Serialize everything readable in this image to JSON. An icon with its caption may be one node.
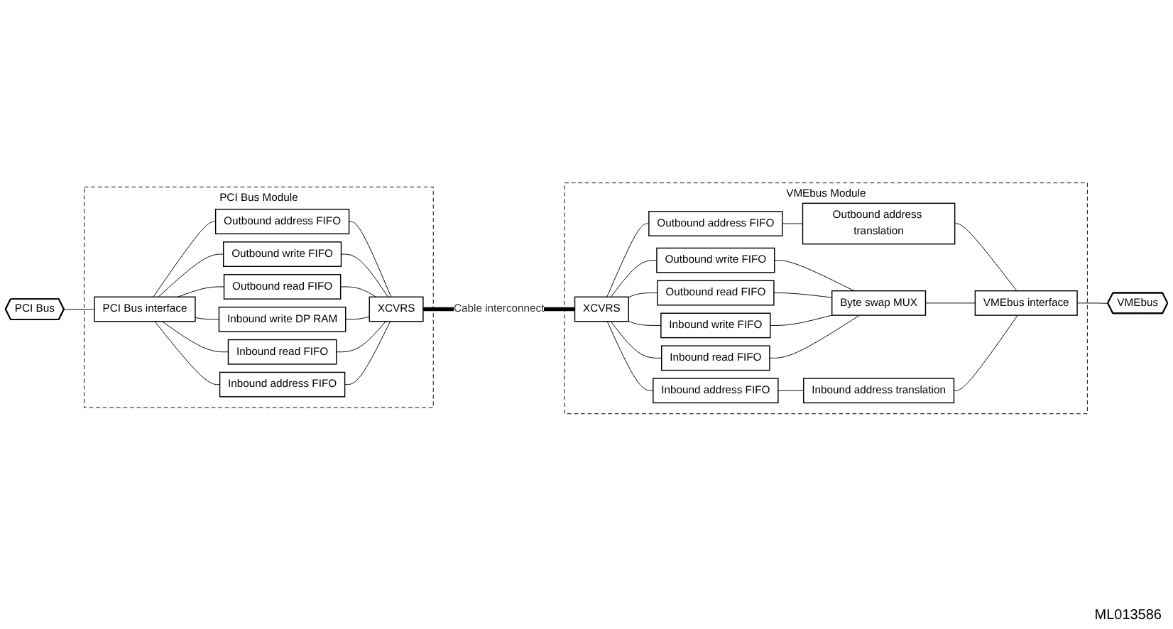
{
  "diagram": {
    "nodes": [
      {
        "text": [
          "PCI Bus"
        ]
      },
      {
        "text": [
          "PCI Bus Module"
        ]
      },
      {
        "text": [
          "PCI Bus interface"
        ],
        "in": 1
      },
      {
        "text": [
          "Outbound address FIFO"
        ],
        "in": 1
      },
      {
        "text": [
          "Outbound write FIFO"
        ],
        "in": 1
      },
      {
        "text": [
          "Outbound read FIFO"
        ],
        "in": 1
      },
      {
        "text": [
          "Inbound write DP RAM"
        ],
        "in": 1
      },
      {
        "text": [
          "Inbound read FIFO"
        ],
        "in": 1
      },
      {
        "text": [
          "Inbound address FIFO"
        ],
        "in": 1
      },
      {
        "text": [
          "XCVRS"
        ],
        "in": 1
      },
      {
        "text": [
          "VMEbus Module"
        ]
      },
      {
        "text": [
          "XCVRS"
        ],
        "in": 10
      },
      {
        "text": [
          "Outbound address FIFO"
        ],
        "in": 10
      },
      {
        "text": [
          "Outbound write FIFO"
        ],
        "in": 10
      },
      {
        "text": [
          "Outbound read FIFO"
        ],
        "in": 10
      },
      {
        "text": [
          "Inbound write FIFO"
        ],
        "in": 10
      },
      {
        "text": [
          "Inbound read FIFO"
        ],
        "in": 10
      },
      {
        "text": [
          "Inbound address FIFO"
        ],
        "in": 10
      },
      {
        "text": [
          "Outbound address translation"
        ],
        "in": 10
      },
      {
        "text": [
          "Byte swap MUX"
        ],
        "in": 10
      },
      {
        "text": [
          "Inbound address translation"
        ],
        "in": 10
      },
      {
        "text": [
          "VMEbus interface"
        ],
        "in": 10
      },
      {
        "text": [
          "VMEbus"
        ]
      }
    ],
    "edges": [
      {
        "from": 0,
        "to": 2,
        "arrow": "none"
      },
      {
        "from": 2,
        "to": 3,
        "arrow": "none"
      },
      {
        "from": 2,
        "to": 4,
        "arrow": "none"
      },
      {
        "from": 2,
        "to": 5,
        "arrow": "none"
      },
      {
        "from": 2,
        "to": 6,
        "arrow": "none"
      },
      {
        "from": 2,
        "to": 7,
        "arrow": "none"
      },
      {
        "from": 2,
        "to": 8,
        "arrow": "none"
      },
      {
        "from": 3,
        "to": 9,
        "arrow": "none"
      },
      {
        "from": 4,
        "to": 9,
        "arrow": "none"
      },
      {
        "from": 5,
        "to": 9,
        "arrow": "none"
      },
      {
        "from": 6,
        "to": 9,
        "arrow": "none"
      },
      {
        "from": 7,
        "to": 9,
        "arrow": "none"
      },
      {
        "from": 8,
        "to": 9,
        "arrow": "none"
      },
      {
        "from": 9,
        "to": 11,
        "arrow": "none",
        "label": "Cable interconnect",
        "style": "thick"
      },
      {
        "from": 11,
        "to": 12,
        "arrow": "none"
      },
      {
        "from": 11,
        "to": 13,
        "arrow": "none"
      },
      {
        "from": 11,
        "to": 14,
        "arrow": "none"
      },
      {
        "from": 11,
        "to": 15,
        "arrow": "none"
      },
      {
        "from": 11,
        "to": 16,
        "arrow": "none"
      },
      {
        "from": 11,
        "to": 17,
        "arrow": "none"
      },
      {
        "from": 12,
        "to": 18,
        "arrow": "none"
      },
      {
        "from": 13,
        "to": 19,
        "arrow": "none"
      },
      {
        "from": 14,
        "to": 19,
        "arrow": "none"
      },
      {
        "from": 15,
        "to": 19,
        "arrow": "none"
      },
      {
        "from": 16,
        "to": 19,
        "arrow": "none"
      },
      {
        "from": 17,
        "to": 20,
        "arrow": "none"
      },
      {
        "from": 18,
        "to": 21,
        "arrow": "none"
      },
      {
        "from": 19,
        "to": 21,
        "arrow": "none"
      },
      {
        "from": 20,
        "to": 21,
        "arrow": "none"
      },
      {
        "from": 21,
        "to": 22,
        "arrow": "none"
      }
    ],
    "labels": [
      "ML013586"
    ]
  }
}
